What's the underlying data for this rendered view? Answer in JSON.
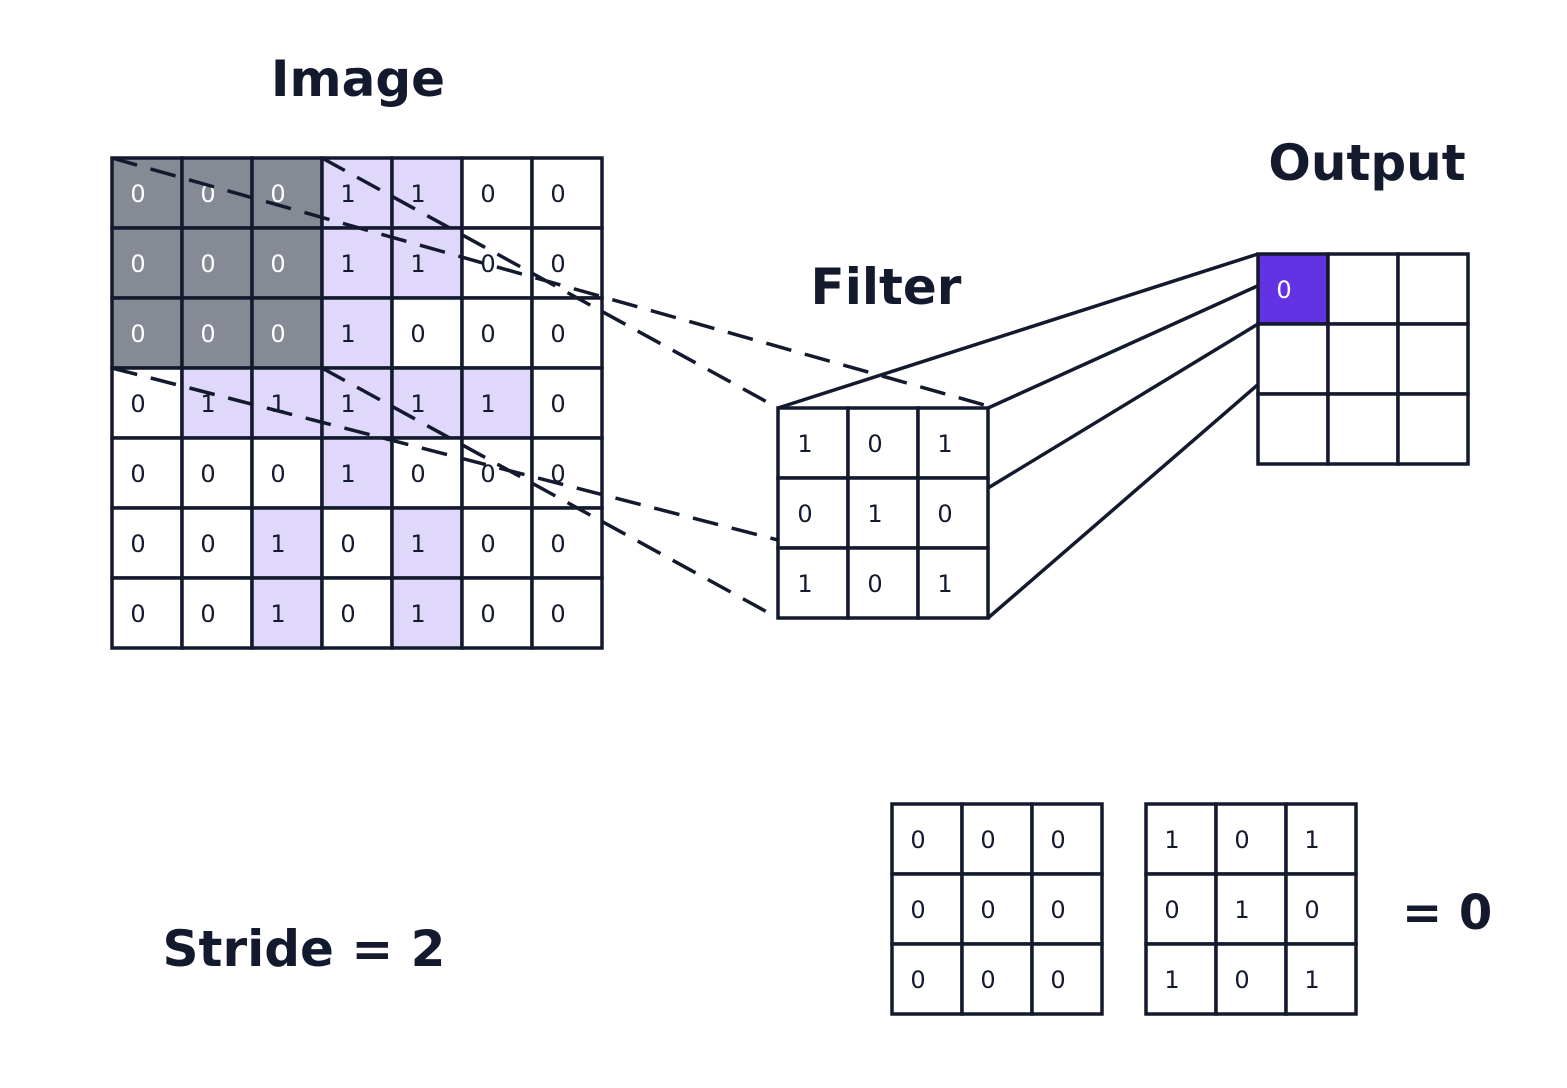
{
  "labels": {
    "image": "Image",
    "filter": "Filter",
    "output": "Output",
    "stride": "Stride = 2",
    "result": "= 0"
  },
  "colors": {
    "ink": "#131a2e",
    "highlight": "#e0d8fb",
    "window": "#868a94",
    "output_active": "#6333e3",
    "background": "#ffffff"
  },
  "image_grid": {
    "values": [
      [
        "0",
        "0",
        "0",
        "1",
        "1",
        "0",
        "0"
      ],
      [
        "0",
        "0",
        "0",
        "1",
        "1",
        "0",
        "0"
      ],
      [
        "0",
        "0",
        "0",
        "1",
        "0",
        "0",
        "0"
      ],
      [
        "0",
        "1",
        "1",
        "1",
        "1",
        "1",
        "0"
      ],
      [
        "0",
        "0",
        "0",
        "1",
        "0",
        "0",
        "0"
      ],
      [
        "0",
        "0",
        "1",
        "0",
        "1",
        "0",
        "0"
      ],
      [
        "0",
        "0",
        "1",
        "0",
        "1",
        "0",
        "0"
      ]
    ],
    "highlighted": [
      [
        0,
        3
      ],
      [
        0,
        4
      ],
      [
        1,
        3
      ],
      [
        1,
        4
      ],
      [
        2,
        3
      ],
      [
        3,
        1
      ],
      [
        3,
        2
      ],
      [
        3,
        3
      ],
      [
        3,
        4
      ],
      [
        3,
        5
      ],
      [
        4,
        3
      ],
      [
        5,
        2
      ],
      [
        5,
        4
      ],
      [
        6,
        2
      ],
      [
        6,
        4
      ]
    ],
    "window": [
      [
        0,
        0
      ],
      [
        0,
        1
      ],
      [
        0,
        2
      ],
      [
        1,
        0
      ],
      [
        1,
        1
      ],
      [
        1,
        2
      ],
      [
        2,
        0
      ],
      [
        2,
        1
      ],
      [
        2,
        2
      ]
    ]
  },
  "filter_grid": {
    "values": [
      [
        "1",
        "0",
        "1"
      ],
      [
        "0",
        "1",
        "0"
      ],
      [
        "1",
        "0",
        "1"
      ]
    ]
  },
  "output_grid": {
    "values": [
      [
        "0",
        "",
        ""
      ],
      [
        "",
        "",
        ""
      ],
      [
        "",
        "",
        ""
      ]
    ],
    "active": [
      0,
      0
    ]
  },
  "calc_patch_grid": {
    "values": [
      [
        "0",
        "0",
        "0"
      ],
      [
        "0",
        "0",
        "0"
      ],
      [
        "0",
        "0",
        "0"
      ]
    ]
  },
  "calc_filter_grid": {
    "values": [
      [
        "1",
        "0",
        "1"
      ],
      [
        "0",
        "1",
        "0"
      ],
      [
        "1",
        "0",
        "1"
      ]
    ]
  }
}
